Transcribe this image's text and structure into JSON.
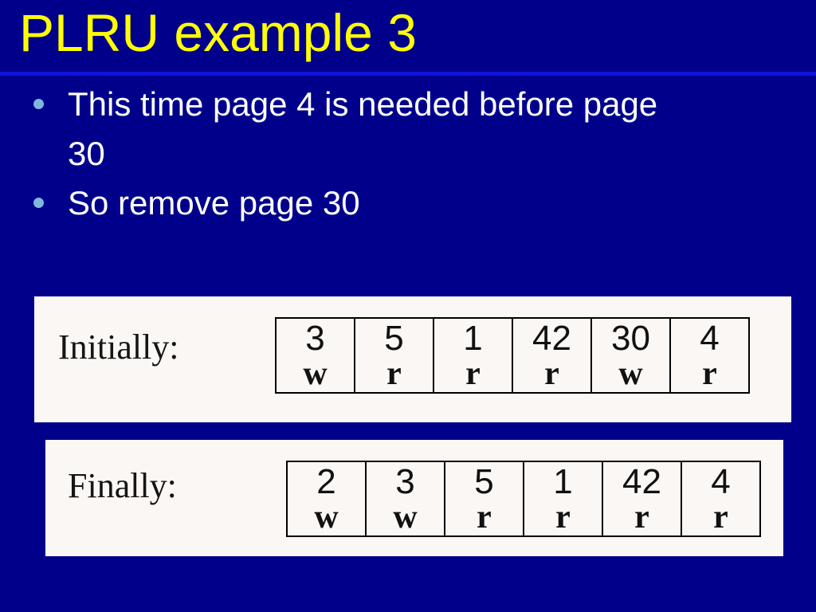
{
  "slide": {
    "title": "PLRU example 3",
    "bullets": [
      "This time page 4 is needed before page 30",
      "So remove page 30"
    ]
  },
  "panels": [
    {
      "label": "Initially:",
      "cells": [
        {
          "page": "3",
          "op": "w"
        },
        {
          "page": "5",
          "op": "r"
        },
        {
          "page": "1",
          "op": "r"
        },
        {
          "page": "42",
          "op": "r"
        },
        {
          "page": "30",
          "op": "w"
        },
        {
          "page": "4",
          "op": "r"
        }
      ]
    },
    {
      "label": "Finally:",
      "cells": [
        {
          "page": "2",
          "op": "w"
        },
        {
          "page": "3",
          "op": "w"
        },
        {
          "page": "5",
          "op": "r"
        },
        {
          "page": "1",
          "op": "r"
        },
        {
          "page": "42",
          "op": "r"
        },
        {
          "page": "4",
          "op": "r"
        }
      ]
    }
  ],
  "colors": {
    "background": "#00008B",
    "title": "#FFFF00",
    "title_rule": "#1212DE",
    "bullet_dot": "#7FB7DF",
    "panel_background": "#FBF7F4",
    "cell_border": "#000000",
    "bullet_text": "#FFFFFF"
  }
}
